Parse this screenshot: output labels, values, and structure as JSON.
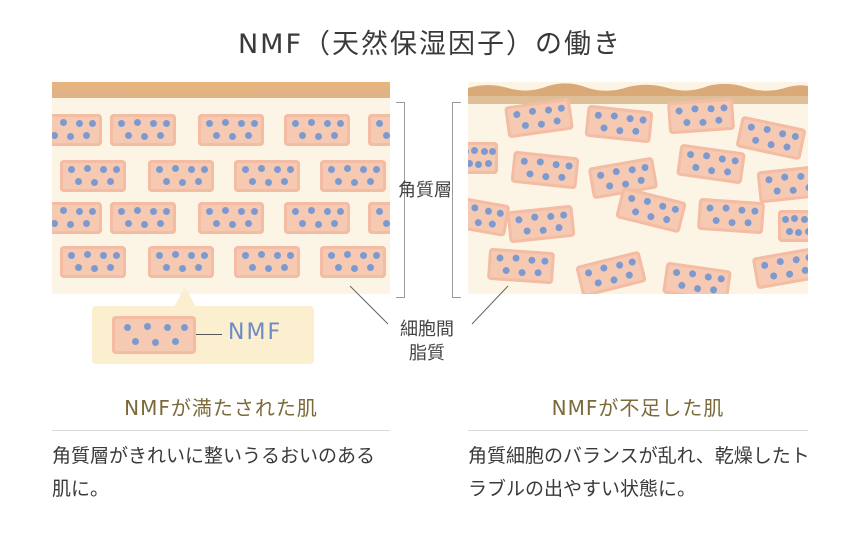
{
  "title": "NMF（天然保湿因子）の働き",
  "labels": {
    "stratum_corneum": "角質層",
    "intercellular_lipid": "細胞間脂質",
    "nmf": "NMF"
  },
  "left": {
    "heading": "NMFが満たされた肌",
    "description": "角質層がきれいに整いうるおいのある肌に。"
  },
  "right": {
    "heading": "NMFが不足した肌",
    "description": "角質細胞のバランスが乱れ、乾燥したトラブルの出やすい状態に。"
  },
  "colors": {
    "panel_bg": "#fcf4e4",
    "skin_top": "#e9b47d",
    "cell": "#f6c9b3",
    "dot": "#7d9ad0",
    "heading": "#7b6a3a",
    "nmf_label": "#6c8ac6"
  }
}
